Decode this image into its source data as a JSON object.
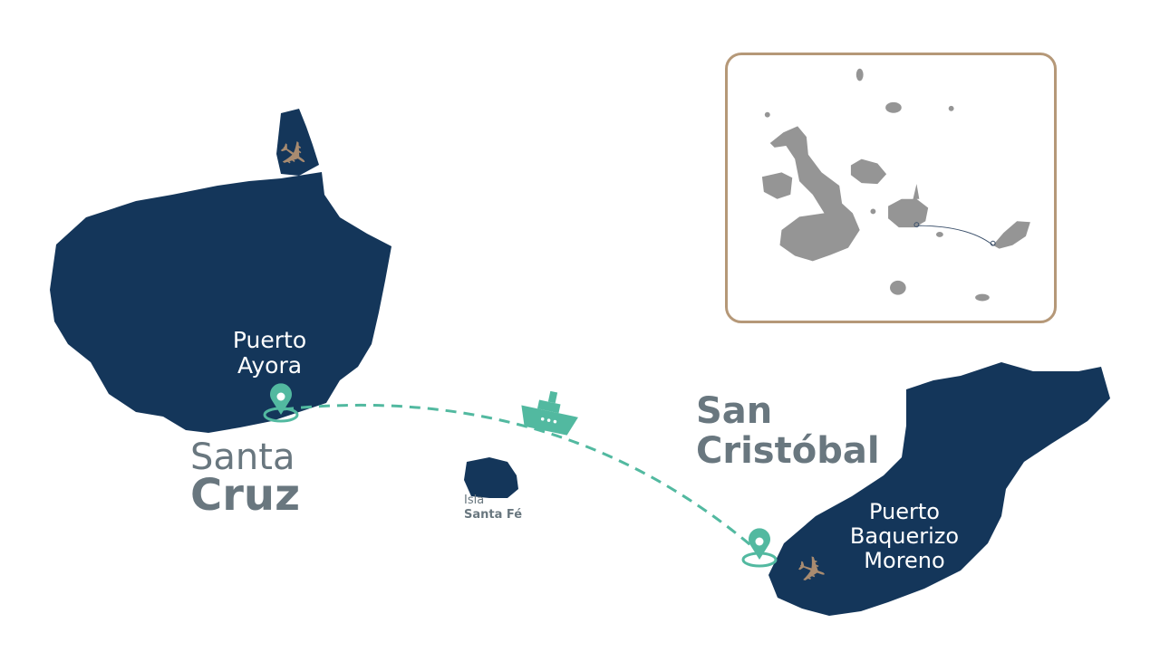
{
  "colors": {
    "island": "#14365a",
    "route": "#52b9a0",
    "airport": "#a88b70",
    "label": "#69777f",
    "inset_island": "#959595",
    "inset_border": "#b59878"
  },
  "islands": {
    "santa_cruz": {
      "line1": "Santa",
      "line2": "Cruz",
      "town_line1": "Puerto",
      "town_line2": "Ayora"
    },
    "san_cristobal": {
      "line1": "San",
      "line2": "Cristóbal",
      "town_line1": "Puerto",
      "town_line2": "Baquerizo",
      "town_line3": "Moreno"
    },
    "santa_fe": {
      "line1": "Isla",
      "line2": "Santa Fé"
    }
  },
  "icons": {
    "pin": "map-pin-icon",
    "airport": "airplane-icon",
    "ferry": "ship-icon"
  }
}
